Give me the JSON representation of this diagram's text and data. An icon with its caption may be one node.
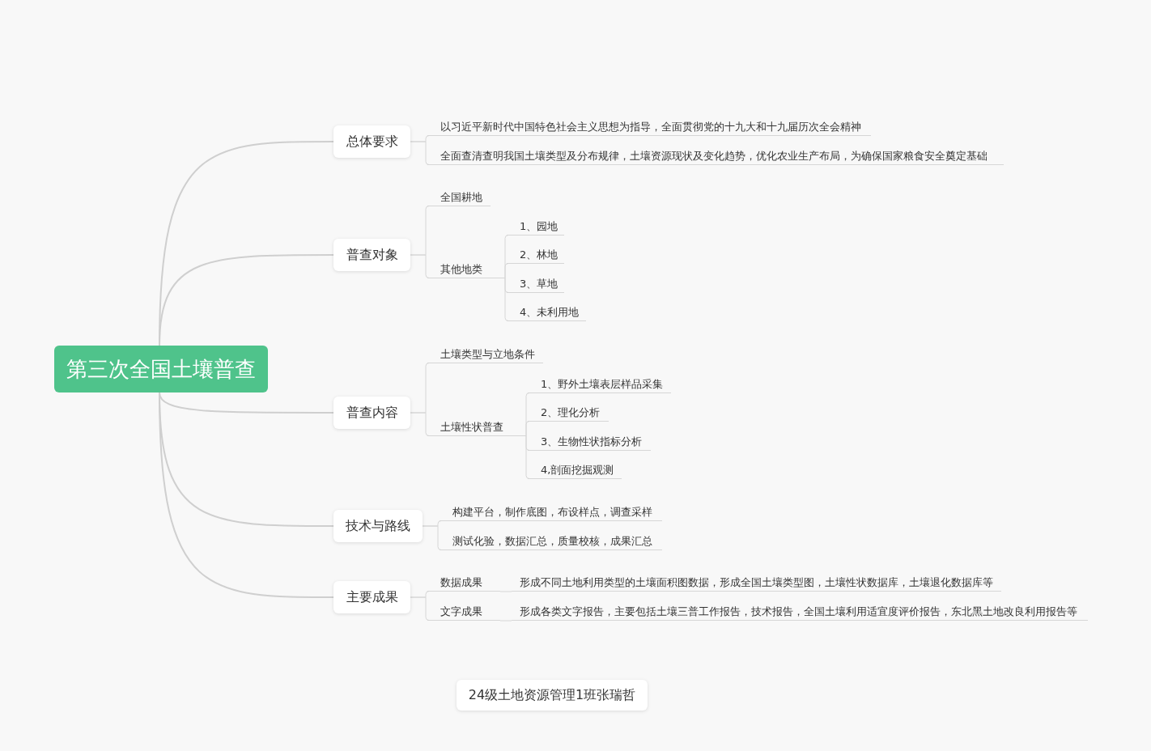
{
  "diagram": {
    "nodes": [
      {
        "text": [
          "第三次全国土壤普查"
        ]
      },
      {
        "text": [
          "总体要求"
        ]
      },
      {
        "text": [
          "以习近平新时代中国特色社会主义思想为指导，全面贯彻党的十九大和十九届历次全会精神"
        ]
      },
      {
        "text": [
          "全面查清查明我国土壤类型及分布规律，土壤资源现状及变化趋势，优化农业生产布局，为确保国家粮食安全奠定基础"
        ]
      },
      {
        "text": [
          "普查对象"
        ]
      },
      {
        "text": [
          "全国耕地"
        ]
      },
      {
        "text": [
          "其他地类"
        ]
      },
      {
        "text": [
          "1、园地"
        ]
      },
      {
        "text": [
          "2、林地"
        ]
      },
      {
        "text": [
          "3、草地"
        ]
      },
      {
        "text": [
          "4、未利用地"
        ]
      },
      {
        "text": [
          "普查内容"
        ]
      },
      {
        "text": [
          "土壤类型与立地条件"
        ]
      },
      {
        "text": [
          "土壤性状普查"
        ]
      },
      {
        "text": [
          "1、野外土壤表层样品采集"
        ]
      },
      {
        "text": [
          "2、理化分析"
        ]
      },
      {
        "text": [
          "3、生物性状指标分析"
        ]
      },
      {
        "text": [
          "4,剖面挖掘观测"
        ]
      },
      {
        "text": [
          "技术与路线"
        ]
      },
      {
        "text": [
          "构建平台，制作底图，布设样点，调查采样"
        ]
      },
      {
        "text": [
          "测试化验，数据汇总，质量校核，成果汇总"
        ]
      },
      {
        "text": [
          "主要成果"
        ]
      },
      {
        "text": [
          "数据成果"
        ]
      },
      {
        "text": [
          "形成不同土地利用类型的土壤面积图数据，形成全国土壤类型图，土壤性状数据库，土壤退化数据库等"
        ]
      },
      {
        "text": [
          "文字成果"
        ]
      },
      {
        "text": [
          "形成各类文字报告，主要包括土壤三普工作报告，技术报告，全国土壤利用适宜度评价报告，东北黑土地改良利用报告等"
        ]
      },
      {
        "text": [
          "24级土地资源管理1班张瑞哲"
        ]
      }
    ],
    "edges": [
      {
        "from": 0,
        "to": 1,
        "arrow": "none"
      },
      {
        "from": 0,
        "to": 4,
        "arrow": "none"
      },
      {
        "from": 0,
        "to": 11,
        "arrow": "none"
      },
      {
        "from": 0,
        "to": 18,
        "arrow": "none"
      },
      {
        "from": 0,
        "to": 21,
        "arrow": "none"
      },
      {
        "from": 1,
        "to": 2,
        "arrow": "none"
      },
      {
        "from": 1,
        "to": 3,
        "arrow": "none"
      },
      {
        "from": 4,
        "to": 5,
        "arrow": "none"
      },
      {
        "from": 4,
        "to": 6,
        "arrow": "none"
      },
      {
        "from": 6,
        "to": 7,
        "arrow": "none"
      },
      {
        "from": 6,
        "to": 8,
        "arrow": "none"
      },
      {
        "from": 6,
        "to": 9,
        "arrow": "none"
      },
      {
        "from": 6,
        "to": 10,
        "arrow": "none"
      },
      {
        "from": 11,
        "to": 12,
        "arrow": "none"
      },
      {
        "from": 11,
        "to": 13,
        "arrow": "none"
      },
      {
        "from": 13,
        "to": 14,
        "arrow": "none"
      },
      {
        "from": 13,
        "to": 15,
        "arrow": "none"
      },
      {
        "from": 13,
        "to": 16,
        "arrow": "none"
      },
      {
        "from": 13,
        "to": 17,
        "arrow": "none"
      },
      {
        "from": 18,
        "to": 19,
        "arrow": "none"
      },
      {
        "from": 18,
        "to": 20,
        "arrow": "none"
      },
      {
        "from": 21,
        "to": 22,
        "arrow": "none"
      },
      {
        "from": 21,
        "to": 24,
        "arrow": "none"
      },
      {
        "from": 22,
        "to": 23,
        "arrow": "none"
      },
      {
        "from": 24,
        "to": 25,
        "arrow": "none"
      }
    ]
  }
}
